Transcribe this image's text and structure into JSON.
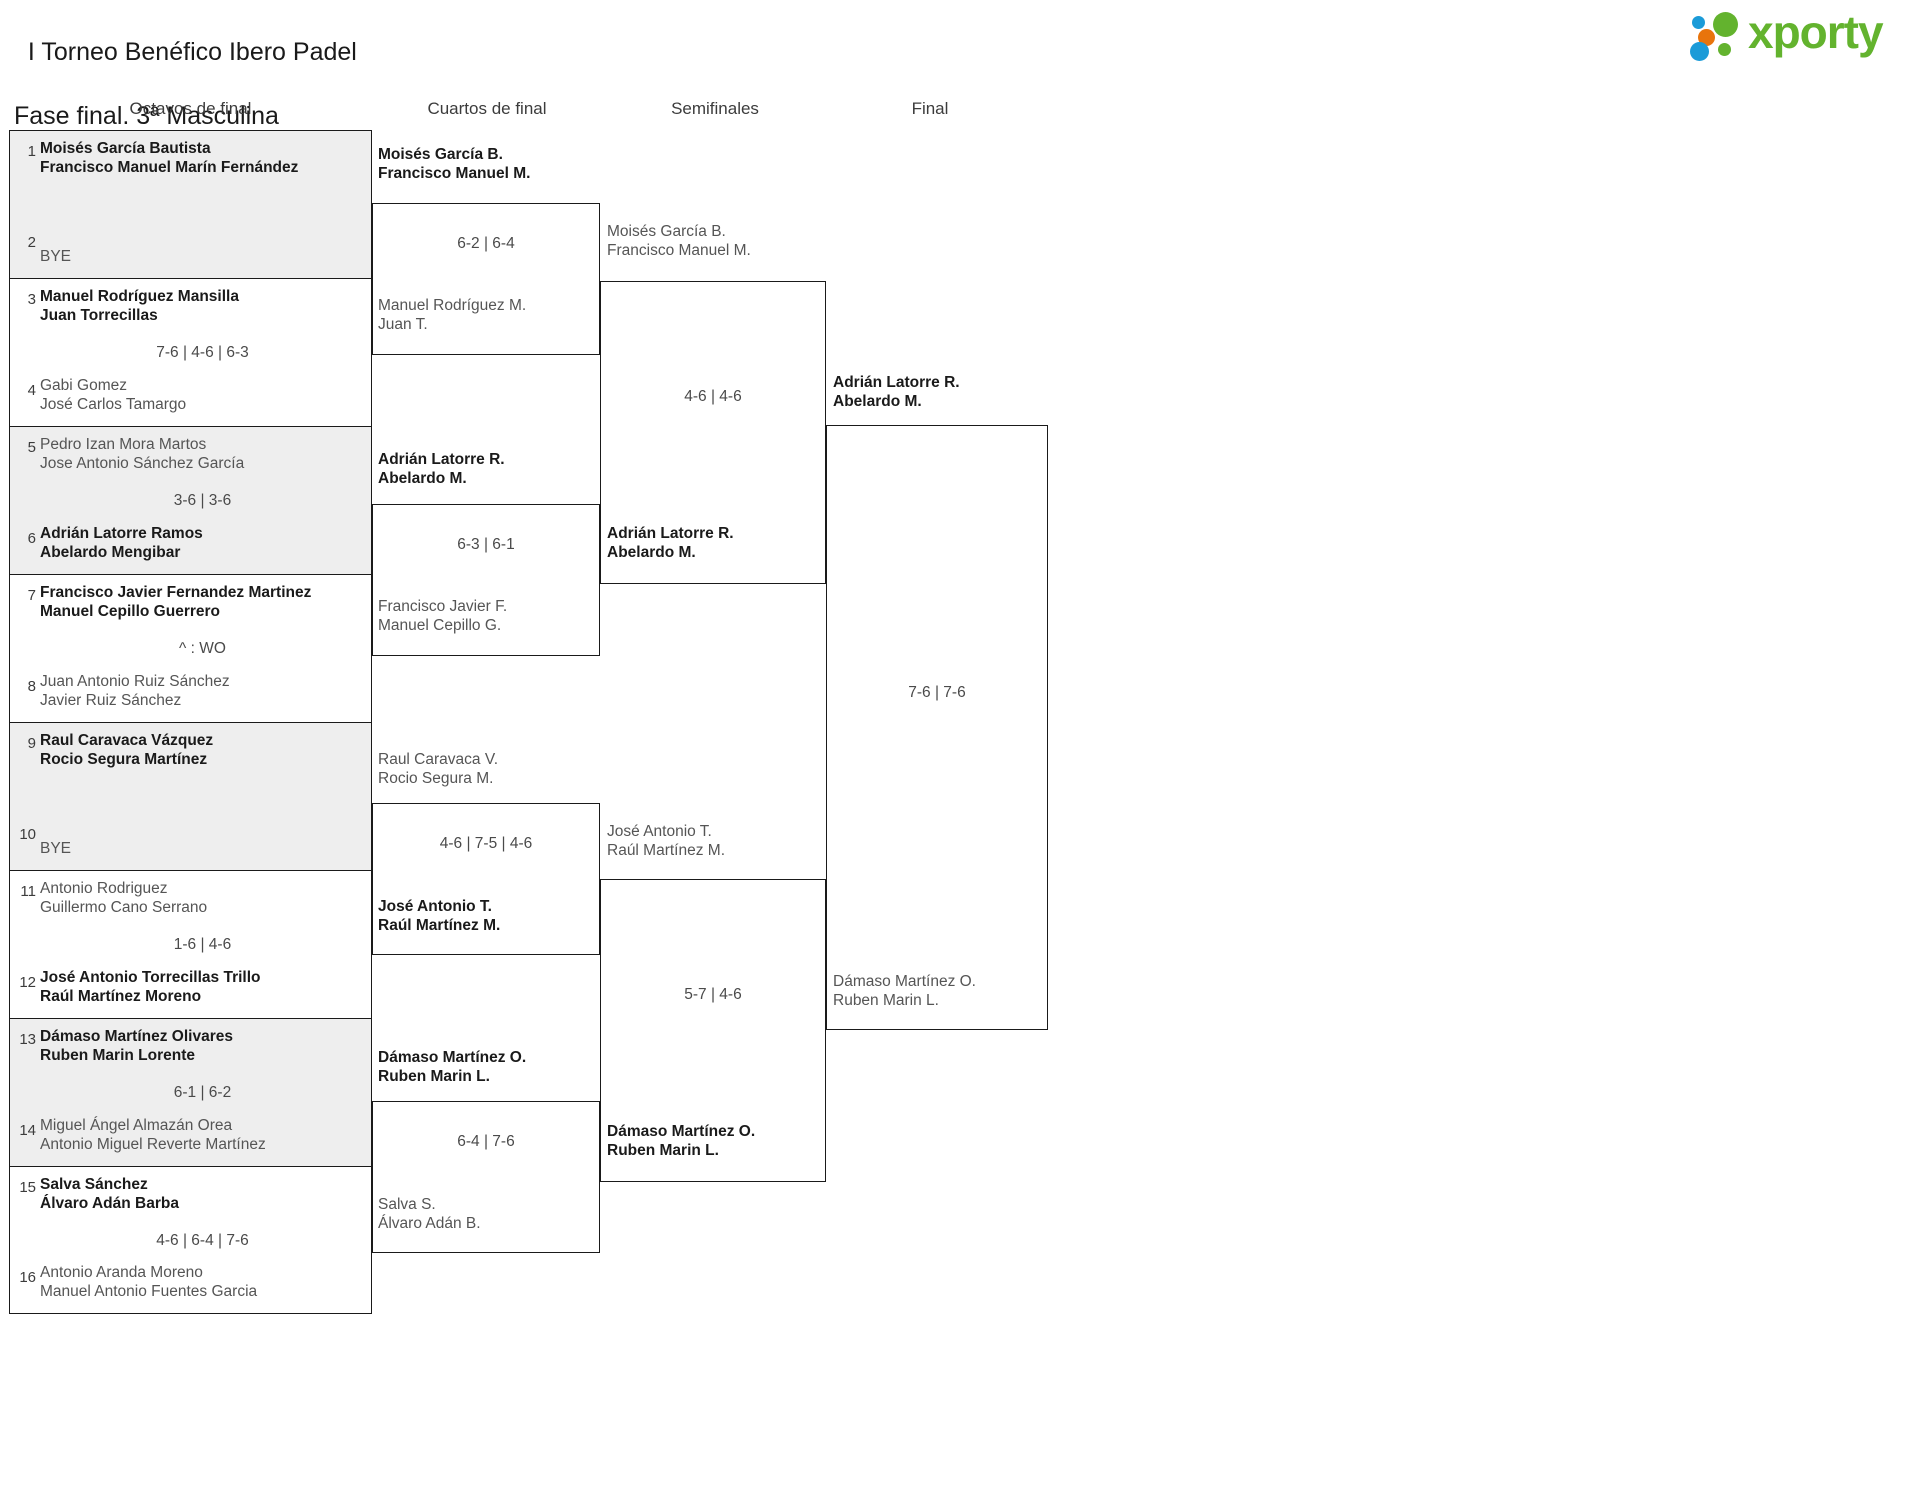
{
  "header": {
    "title_line1": "I Torneo Benéfico Ibero Padel",
    "title_line2": "Fase final. 3ª Masculina",
    "brand": "xporty",
    "brand_color": "#63b32e"
  },
  "rounds": [
    {
      "name": "round-of-16",
      "label": "Octavos de final"
    },
    {
      "name": "quarterfinals",
      "label": "Cuartos de final"
    },
    {
      "name": "semifinals",
      "label": "Semifinales"
    },
    {
      "name": "final",
      "label": "Final"
    }
  ],
  "round_of_16": [
    {
      "seed_top": "1",
      "top_p1": "Moisés García Bautista",
      "top_p2": "Francisco Manuel Marín Fernández",
      "top_winner": true,
      "score": "",
      "seed_bottom": "2",
      "bottom_p1": "BYE",
      "bottom_p2": "",
      "bottom_winner": false,
      "shaded": true
    },
    {
      "seed_top": "3",
      "top_p1": "Manuel Rodríguez Mansilla",
      "top_p2": "Juan Torrecillas",
      "top_winner": true,
      "score": "7-6 | 4-6 | 6-3",
      "seed_bottom": "4",
      "bottom_p1": "Gabi Gomez",
      "bottom_p2": "José Carlos Tamargo",
      "bottom_winner": false,
      "shaded": false
    },
    {
      "seed_top": "5",
      "top_p1": "Pedro Izan Mora Martos",
      "top_p2": "Jose Antonio Sánchez García",
      "top_winner": false,
      "score": "3-6 | 3-6",
      "seed_bottom": "6",
      "bottom_p1": "Adrián Latorre Ramos",
      "bottom_p2": "Abelardo Mengibar",
      "bottom_winner": true,
      "shaded": true
    },
    {
      "seed_top": "7",
      "top_p1": "Francisco Javier Fernandez Martinez",
      "top_p2": "Manuel Cepillo Guerrero",
      "top_winner": true,
      "score": "^ : WO",
      "seed_bottom": "8",
      "bottom_p1": "Juan Antonio Ruiz Sánchez",
      "bottom_p2": "Javier Ruiz Sánchez",
      "bottom_winner": false,
      "shaded": false
    },
    {
      "seed_top": "9",
      "top_p1": "Raul Caravaca Vázquez",
      "top_p2": "Rocio Segura Martínez",
      "top_winner": true,
      "score": "",
      "seed_bottom": "10",
      "bottom_p1": "BYE",
      "bottom_p2": "",
      "bottom_winner": false,
      "shaded": true
    },
    {
      "seed_top": "11",
      "top_p1": "Antonio Rodriguez",
      "top_p2": "Guillermo Cano Serrano",
      "top_winner": false,
      "score": "1-6 | 4-6",
      "seed_bottom": "12",
      "bottom_p1": "José Antonio Torrecillas Trillo",
      "bottom_p2": "Raúl Martínez Moreno",
      "bottom_winner": true,
      "shaded": false
    },
    {
      "seed_top": "13",
      "top_p1": "Dámaso Martínez Olivares",
      "top_p2": "Ruben Marin Lorente",
      "top_winner": true,
      "score": "6-1 | 6-2",
      "seed_bottom": "14",
      "bottom_p1": "Miguel Ángel Almazán Orea",
      "bottom_p2": "Antonio Miguel Reverte Martínez",
      "bottom_winner": false,
      "shaded": true
    },
    {
      "seed_top": "15",
      "top_p1": "Salva Sánchez",
      "top_p2": "Álvaro Adán Barba",
      "top_winner": true,
      "score": "4-6 | 6-4 | 7-6",
      "seed_bottom": "16",
      "bottom_p1": "Antonio Aranda Moreno",
      "bottom_p2": "Manuel Antonio Fuentes Garcia",
      "bottom_winner": false,
      "shaded": false
    }
  ],
  "quarterfinals": [
    {
      "top_p1": "Moisés García B.",
      "top_p2": "Francisco Manuel M.",
      "top_winner": true,
      "score": "6-2 | 6-4",
      "bottom_p1": "Manuel Rodríguez M.",
      "bottom_p2": "Juan T.",
      "bottom_winner": false
    },
    {
      "top_p1": "Adrián Latorre R.",
      "top_p2": "Abelardo M.",
      "top_winner": true,
      "score": "6-3 | 6-1",
      "bottom_p1": "Francisco Javier F.",
      "bottom_p2": "Manuel Cepillo G.",
      "bottom_winner": false
    },
    {
      "top_p1": "Raul Caravaca V.",
      "top_p2": "Rocio Segura M.",
      "top_winner": false,
      "score": "4-6 | 7-5 | 4-6",
      "bottom_p1": "José Antonio T.",
      "bottom_p2": "Raúl Martínez M.",
      "bottom_winner": true
    },
    {
      "top_p1": "Dámaso Martínez O.",
      "top_p2": "Ruben Marin L.",
      "top_winner": true,
      "score": "6-4 | 7-6",
      "bottom_p1": "Salva S.",
      "bottom_p2": "Álvaro Adán B.",
      "bottom_winner": false
    }
  ],
  "semifinals": [
    {
      "top_p1": "Moisés García B.",
      "top_p2": "Francisco Manuel M.",
      "top_winner": false,
      "score": "4-6 | 4-6",
      "bottom_p1": "Adrián Latorre R.",
      "bottom_p2": "Abelardo M.",
      "bottom_winner": true
    },
    {
      "top_p1": "José Antonio T.",
      "top_p2": "Raúl Martínez M.",
      "top_winner": false,
      "score": "5-7 | 4-6",
      "bottom_p1": "Dámaso Martínez O.",
      "bottom_p2": "Ruben Marin L.",
      "bottom_winner": true
    }
  ],
  "final": [
    {
      "top_p1": "Adrián Latorre R.",
      "top_p2": "Abelardo M.",
      "top_winner": true,
      "score": "7-6 | 7-6",
      "bottom_p1": "Dámaso Martínez O.",
      "bottom_p2": "Ruben Marin L.",
      "bottom_winner": false
    }
  ]
}
